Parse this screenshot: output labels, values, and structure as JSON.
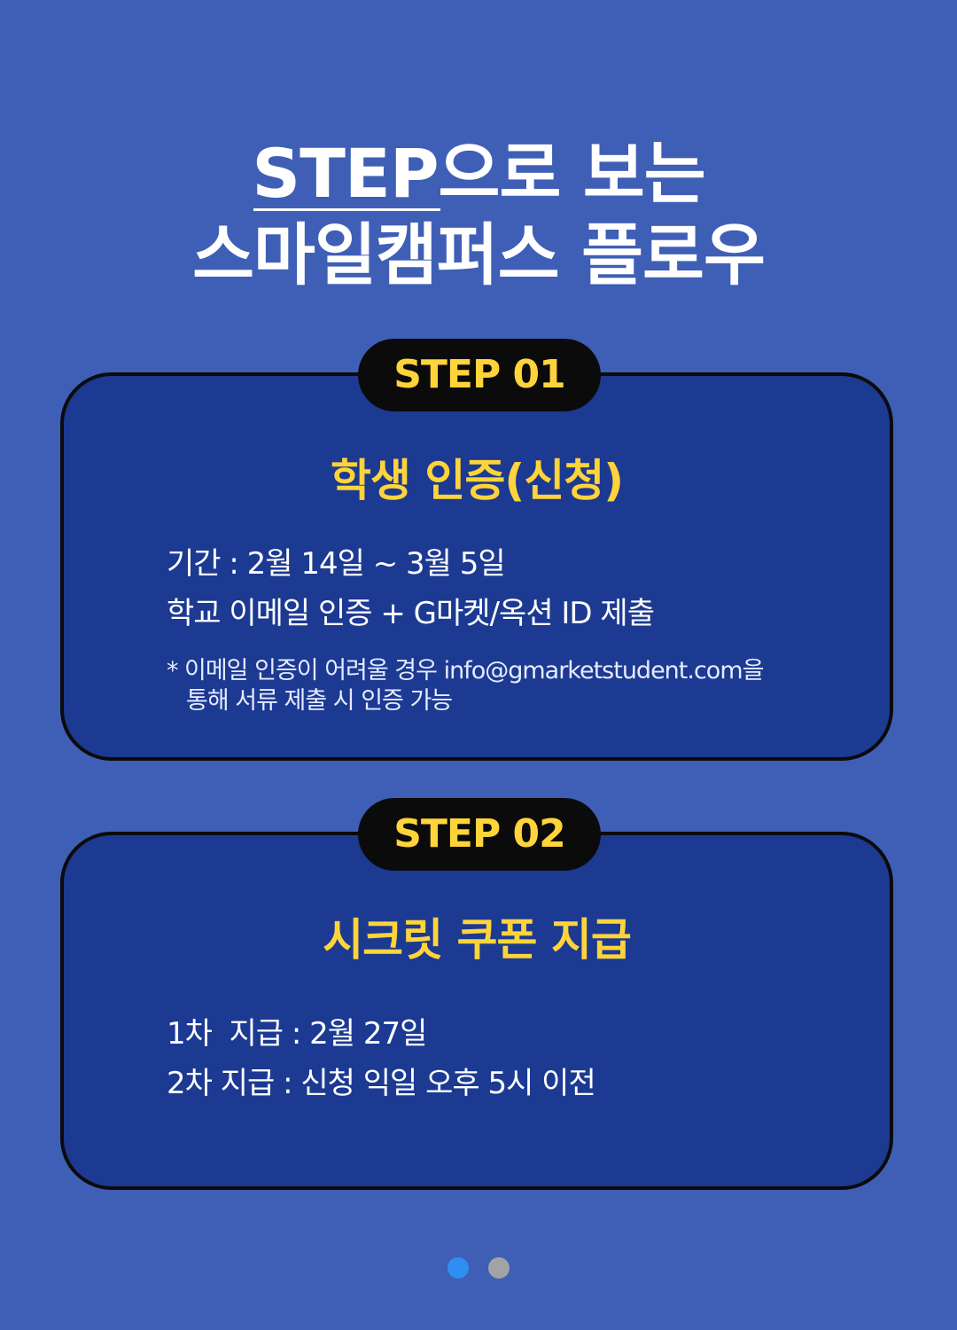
{
  "headline": {
    "line1_step": "STEP",
    "line1_rest": "으로 보는",
    "line2": "스마일캠퍼스 플로우"
  },
  "steps": [
    {
      "badge": "STEP 01",
      "title": "학생 인증(신청)",
      "lines": [
        "기간 : 2월 14일 ~ 3월 5일",
        "학교 이메일 인증 + G마켓/옥션 ID 제출"
      ],
      "note_mark": "*",
      "note_line1": "이메일 인증이 어려울 경우 info@gmarketstudent.com을",
      "note_line2": "통해 서류 제출 시 인증 가능"
    },
    {
      "badge": "STEP 02",
      "title": "시크릿 쿠폰 지급",
      "lines": [
        "1차  지급 : 2월 27일",
        "2차 지급 : 신청 익일 오후 5시 이전"
      ]
    }
  ],
  "carousel": {
    "total": 2,
    "current": 1
  },
  "colors": {
    "background": "#3f5fb6",
    "card": "#1c3a92",
    "accent": "#ffd43a",
    "dot_active": "#2f8ef0",
    "dot_inactive": "#a3a3a3"
  }
}
